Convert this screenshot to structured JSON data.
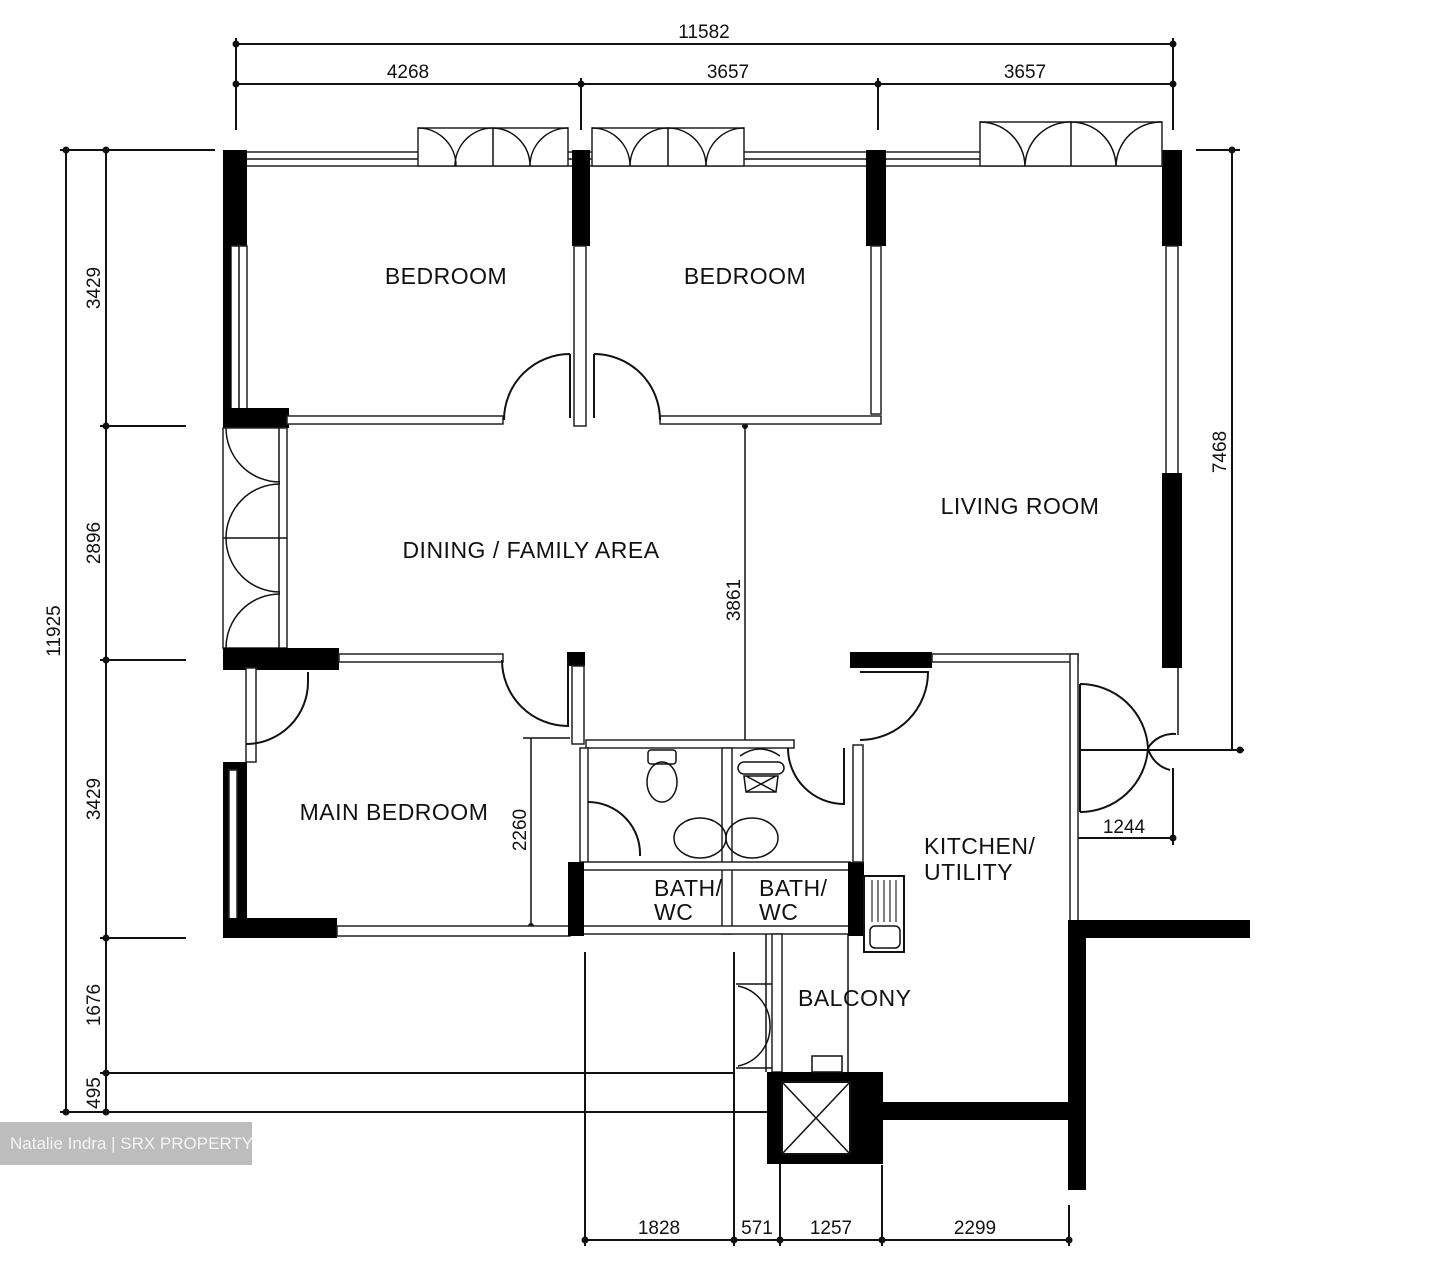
{
  "rooms": {
    "bedroom_1": "BEDROOM",
    "bedroom_2": "BEDROOM",
    "living_room": "LIVING ROOM",
    "dining_family": "DINING / FAMILY AREA",
    "main_bedroom": "MAIN BEDROOM",
    "bath_wc_1_line1": "BATH/",
    "bath_wc_1_line2": "WC",
    "bath_wc_2_line1": "BATH/",
    "bath_wc_2_line2": "WC",
    "kitchen_line1": "KITCHEN/",
    "kitchen_line2": "UTILITY",
    "balcony": "BALCONY"
  },
  "dimensions": {
    "top_overall": "11582",
    "top_segments": [
      "4268",
      "3657",
      "3657"
    ],
    "left_overall": "11925",
    "left_segments": [
      "3429",
      "2896",
      "3429",
      "1676",
      "495"
    ],
    "right_living": "7468",
    "entrance_width": "1244",
    "dining_depth": "3861",
    "main_bedroom_inner": "2260",
    "bottom_segments": [
      "1828",
      "571",
      "1257",
      "2299"
    ]
  },
  "fixtures": {
    "toilet": "toilet-icon",
    "basin": "basin-icon",
    "sink": "kitchen-sink-icon",
    "shaft": "service-shaft-icon"
  },
  "watermark": {
    "text": "Natalie Indra | SRX PROPERTY"
  },
  "colors": {
    "wall": "#000000",
    "line": "#111111",
    "background": "#ffffff",
    "watermark_bg": "#bdbdbd",
    "watermark_text": "#f4f4f4"
  }
}
